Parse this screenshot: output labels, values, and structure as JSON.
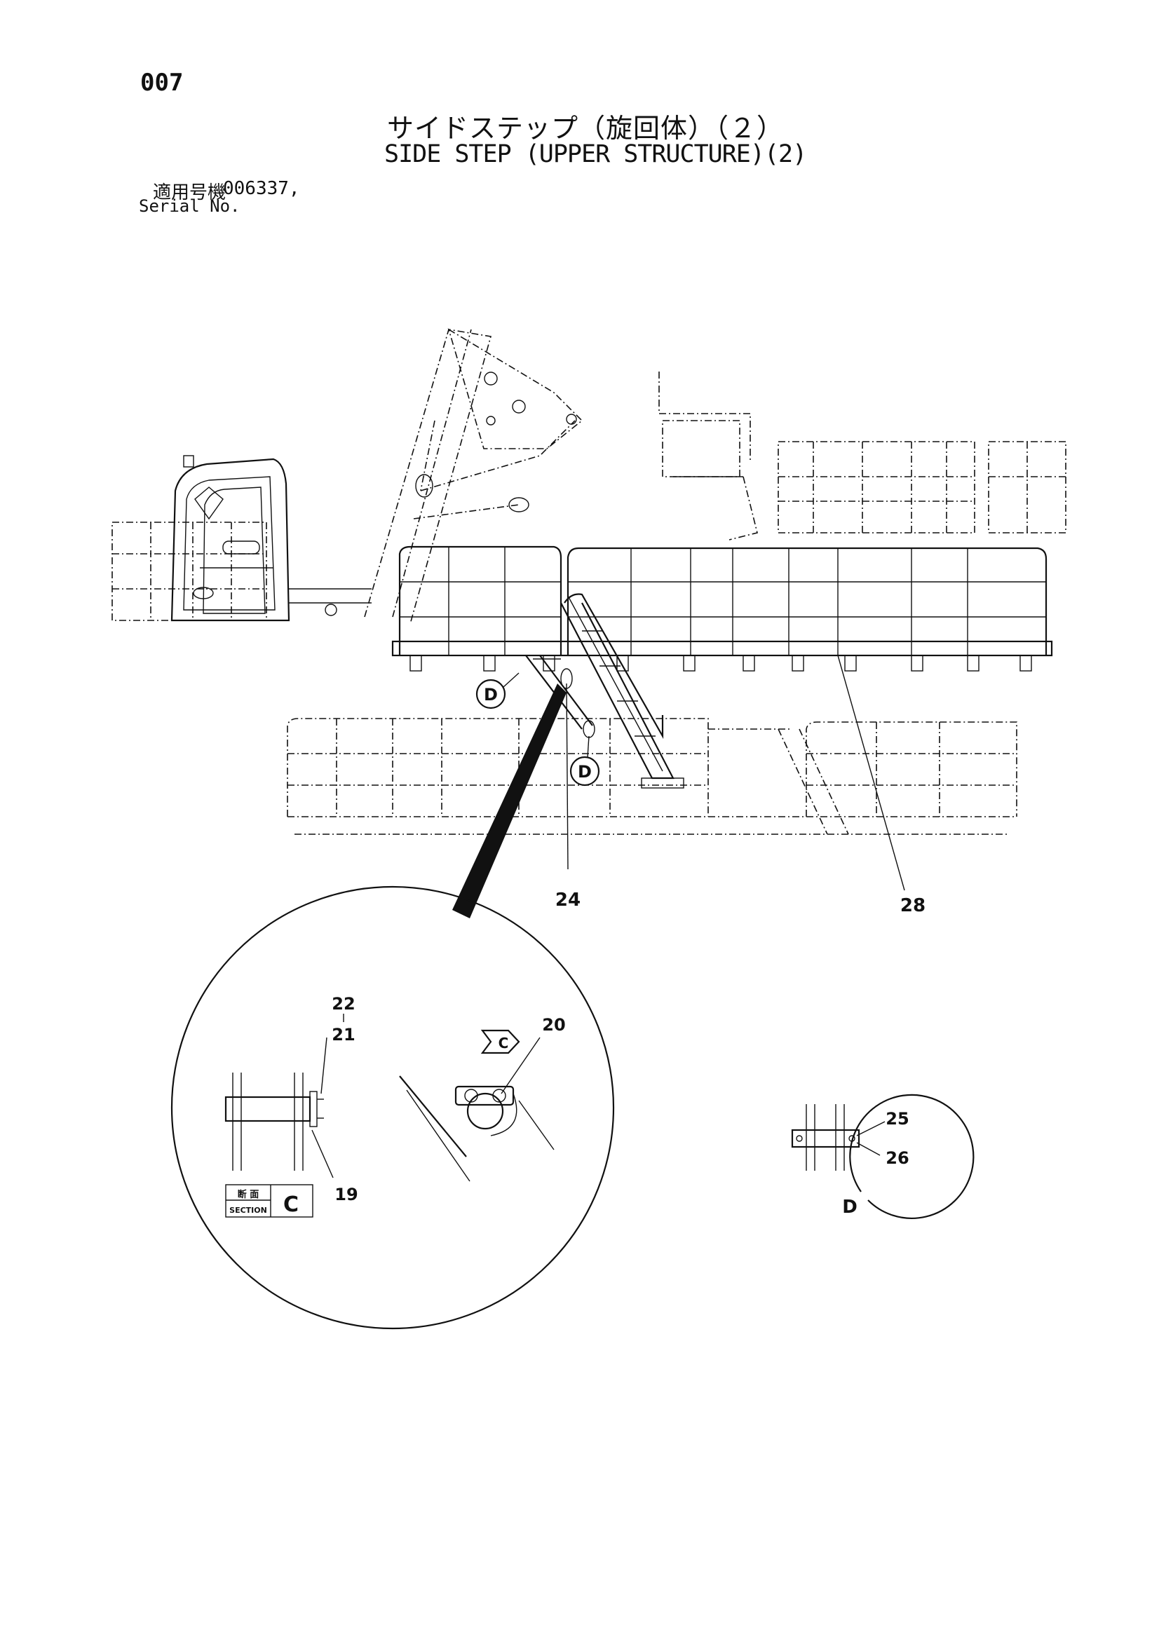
{
  "header": {
    "page_number": "007",
    "title_jp": "サイドステップ（旋回体）（２）",
    "title_en": "SIDE STEP (UPPER STRUCTURE)(2)",
    "serial_label_jp": "適用号機",
    "serial_value": "006337,",
    "serial_label_en": "Serial No."
  },
  "callouts": {
    "p24": "24",
    "p28": "28",
    "p22": "22",
    "p21": "21",
    "p20": "20",
    "p19": "19",
    "p25": "25",
    "p26": "26"
  },
  "markers": {
    "d_marker": "D",
    "view_c": "C",
    "detail_d_label": "D"
  },
  "section_box": {
    "label_jp": "断 面",
    "label_en": "SECTION",
    "letter": "C"
  }
}
